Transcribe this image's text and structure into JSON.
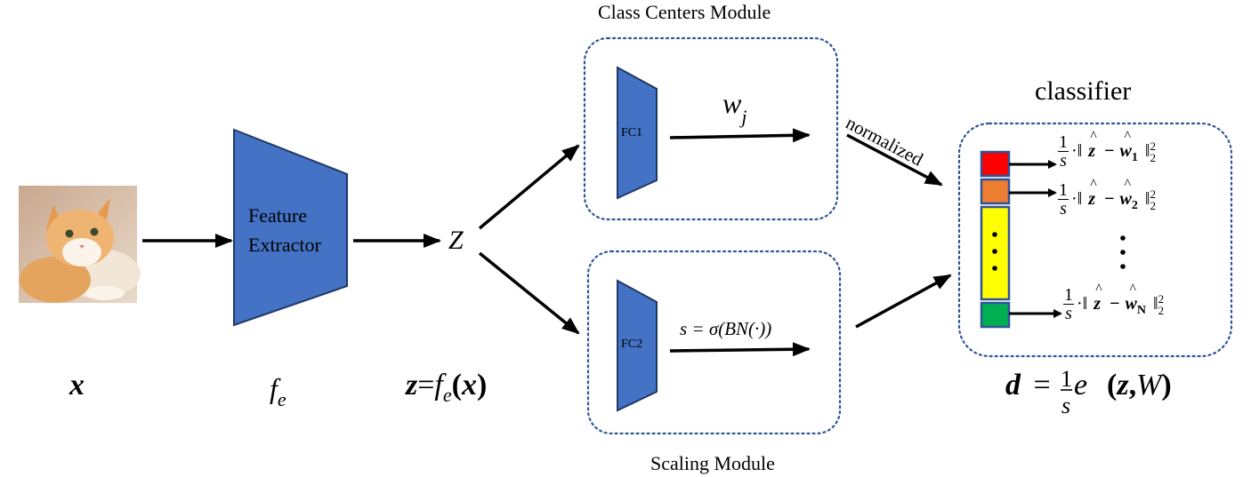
{
  "input": {
    "symbol": "x"
  },
  "extractor": {
    "line1": "Feature",
    "line2": "Extractor",
    "symbol": "f",
    "symbol_sub": "e"
  },
  "feature": {
    "node": "Z",
    "eq_lhs": "z",
    "eq_eq": "=",
    "eq_f": "f",
    "eq_sub": "e",
    "eq_paren_open": "(",
    "eq_x": "x",
    "eq_paren_close": ")"
  },
  "class_centers_module": {
    "title": "Class Centers Module",
    "fc": "FC1",
    "w": "w",
    "w_sub": "j"
  },
  "scaling_module": {
    "title": "Scaling Module",
    "fc": "FC2",
    "formula": "s = σ(BN(·))"
  },
  "normalized_label": "normalized",
  "classifier": {
    "title": "classifier",
    "colors": {
      "row1": "#ff0000",
      "row2": "#ed7d31",
      "middle": "#ffff00",
      "rowN": "#00b050"
    },
    "ellipsis_vertical": "⋮",
    "rows": [
      {
        "num": "1",
        "den": "s",
        "dot": "·‖",
        "z": "z",
        "minus": "−",
        "w": "w",
        "sub": "1",
        "norm": "‖",
        "exp": "2",
        "low": "2"
      },
      {
        "num": "1",
        "den": "s",
        "dot": "·‖",
        "z": "z",
        "minus": "−",
        "w": "w",
        "sub": "2",
        "norm": "‖",
        "exp": "2",
        "low": "2"
      },
      {
        "num": "1",
        "den": "s",
        "dot": "·‖",
        "z": "z",
        "minus": "−",
        "w": "w",
        "sub": "N",
        "norm": "‖",
        "exp": "2",
        "low": "2"
      }
    ],
    "hat": "^"
  },
  "output": {
    "d": "d",
    "eq": "=",
    "num": "1",
    "den": "s",
    "e": "e",
    "args_open": "(",
    "z": "z",
    "comma": ",",
    "W": "W",
    "args_close": ")"
  }
}
